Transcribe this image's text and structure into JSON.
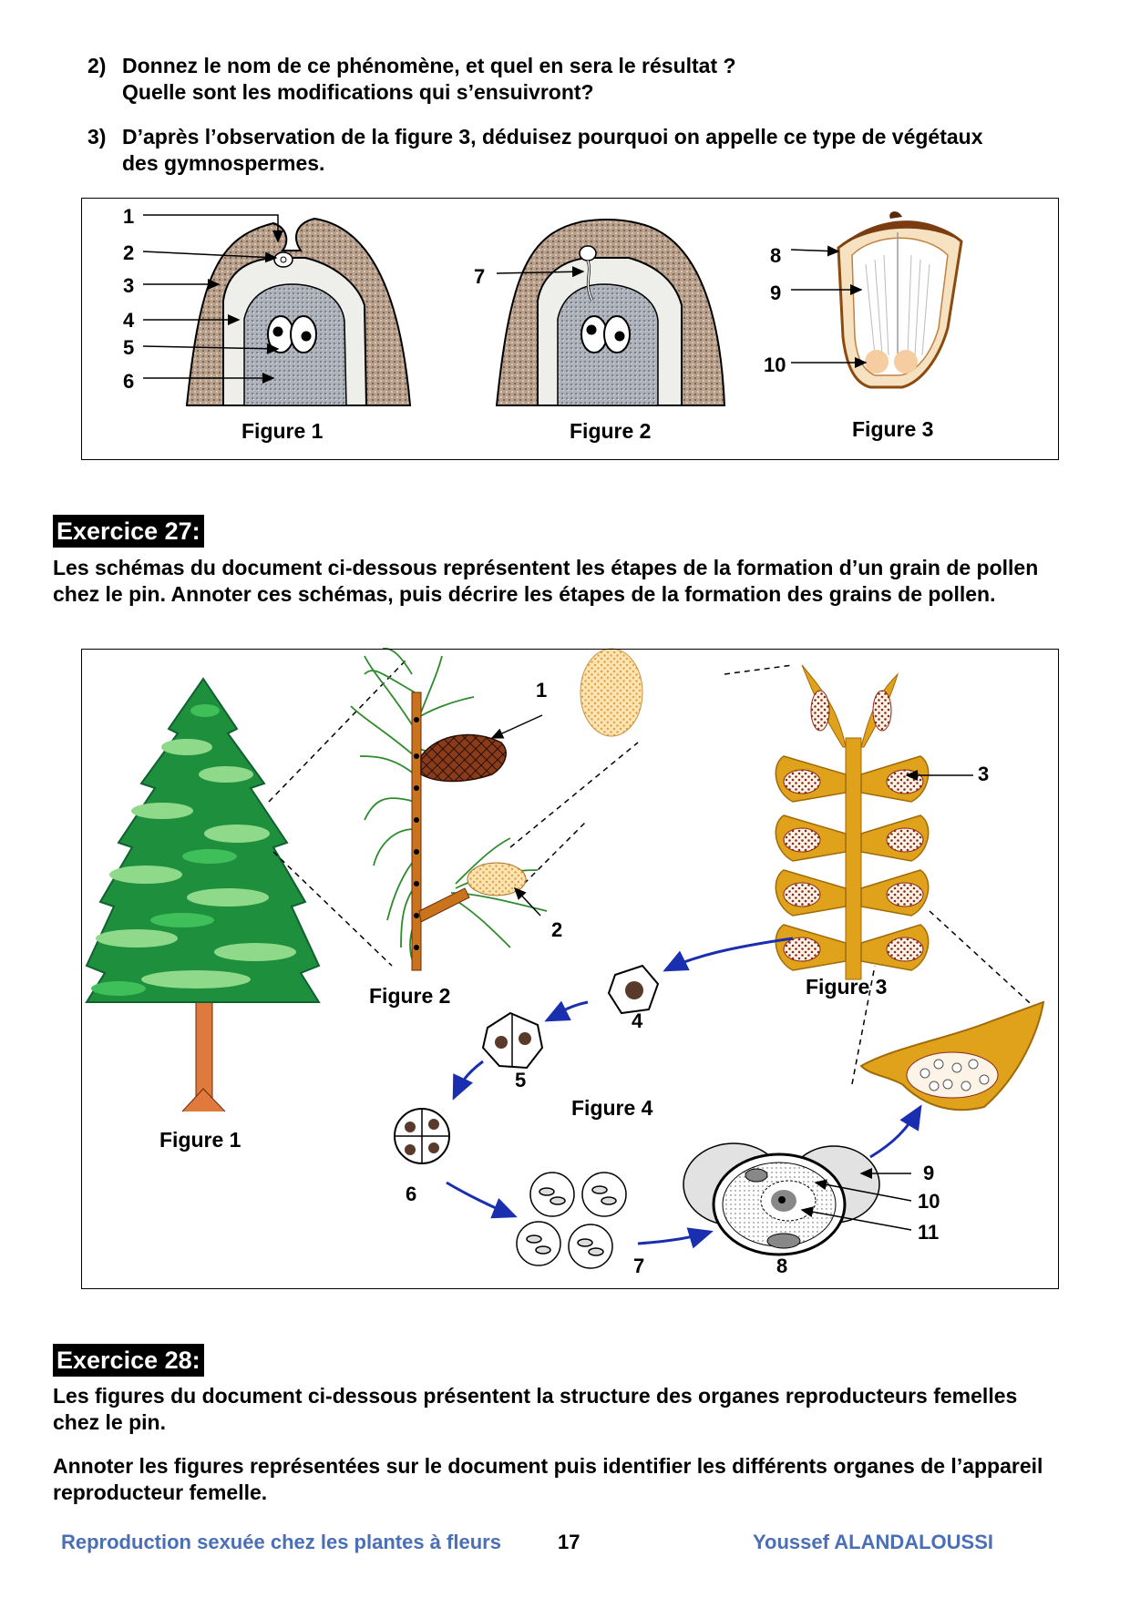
{
  "questions": [
    {
      "num": "2)",
      "lines": [
        "Donnez le nom de ce phénomène, et quel en sera le résultat ?",
        "Quelle sont les modifications qui s’ensuivront?"
      ]
    },
    {
      "num": "3)",
      "lines": [
        "D’après l’observation de la figure 3, déduisez pourquoi on appelle ce type de végétaux",
        "des gymnospermes."
      ]
    }
  ],
  "doc1": {
    "labels": [
      "1",
      "2",
      "3",
      "4",
      "5",
      "6",
      "7",
      "8",
      "9",
      "10"
    ],
    "captions": [
      "Figure 1",
      "Figure 2",
      "Figure 3"
    ]
  },
  "ex27": {
    "title": "Exercice 27:",
    "text": "Les schémas du document ci-dessous représentent les étapes de la formation d’un grain de pollen chez le pin. Annoter ces schémas, puis décrire les étapes de la formation des grains de pollen.",
    "labels": [
      "1",
      "2",
      "3",
      "4",
      "5",
      "6",
      "7",
      "8",
      "9",
      "10",
      "11"
    ],
    "captions": [
      "Figure 1",
      "Figure 2",
      "Figure 3",
      "Figure 4"
    ]
  },
  "ex28": {
    "title": "Exercice 28:",
    "text1": "Les figures du document ci-dessous présentent la structure des organes reproducteurs femelles chez le pin.",
    "text2": "Annoter les figures représentées sur le document puis identifier les différents organes de l’appareil reproducteur femelle."
  },
  "footer": {
    "left": "Reproduction sexuée chez les plantes à fleurs",
    "page": "17",
    "author": "Youssef ALANDALOUSSI"
  },
  "colors": {
    "footer_blue": "#4a6fb5",
    "arrow_blue": "#1a2fb0",
    "bark": "#c9741c",
    "cone": "#8a3b1a",
    "sporophyll": "#e0a21a",
    "needle": "#2e8b2e",
    "tree_dark": "#1e8f3c",
    "tree_light": "#8fd98a"
  }
}
